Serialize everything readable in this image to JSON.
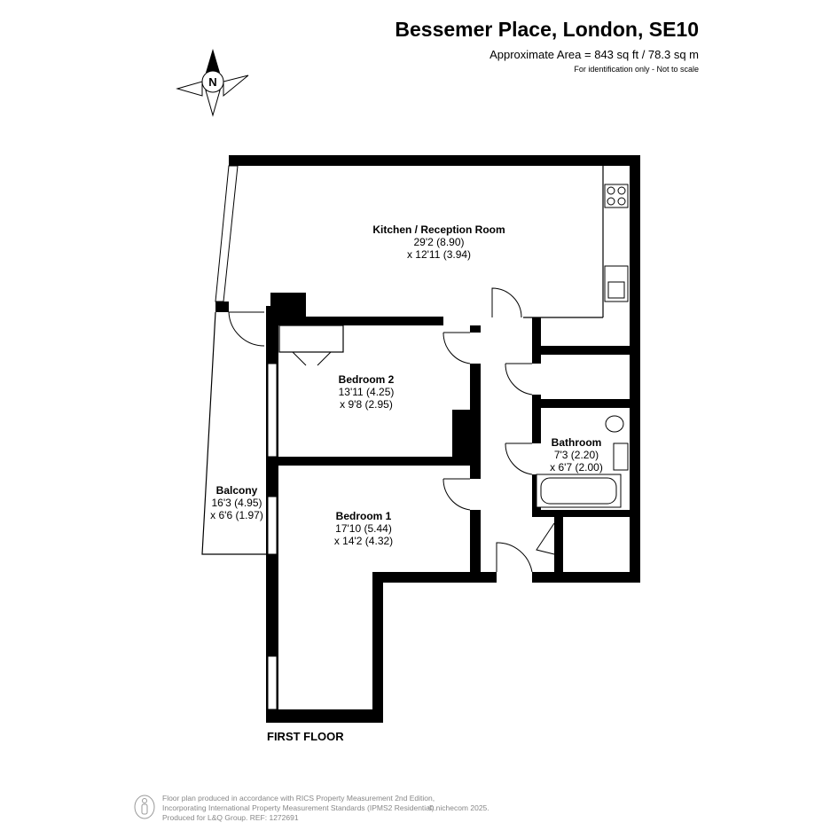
{
  "header": {
    "title": "Bessemer Place, London, SE10",
    "area": "Approximate Area = 843 sq ft / 78.3 sq m",
    "note": "For identification only - Not to scale"
  },
  "compass": {
    "letter": "N"
  },
  "rooms": [
    {
      "name": "Kitchen / Reception Room",
      "dim1": "29'2 (8.90)",
      "dim2": "x 12'11 (3.94)"
    },
    {
      "name": "Bedroom 2",
      "dim1": "13'11 (4.25)",
      "dim2": "x 9'8 (2.95)"
    },
    {
      "name": "Bathroom",
      "dim1": "7'3 (2.20)",
      "dim2": "x 6'7 (2.00)"
    },
    {
      "name": "Balcony",
      "dim1": "16'3 (4.95)",
      "dim2": "x 6'6 (1.97)"
    },
    {
      "name": "Bedroom 1",
      "dim1": "17'10 (5.44)",
      "dim2": "x 14'2 (4.32)"
    }
  ],
  "floor_label": "FIRST FLOOR",
  "footer": {
    "line1": "Floor plan produced in accordance with RICS Property Measurement 2nd Edition,",
    "line2": "Incorporating International Property Measurement Standards (IPMS2 Residential).",
    "line3": "Produced for L&Q Group.   REF:   1272691",
    "copyright": "© nichecom 2025."
  }
}
